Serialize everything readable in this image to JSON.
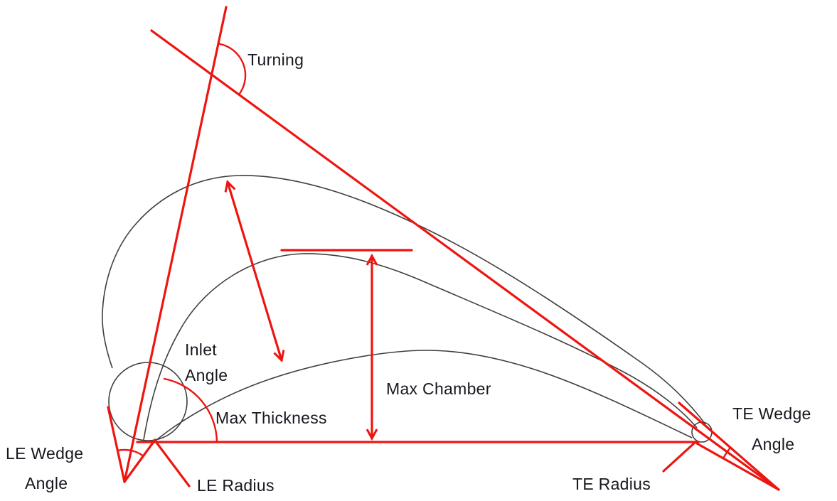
{
  "labels": {
    "turning": "Turning",
    "inlet_angle": {
      "line1": "Inlet",
      "line2": "Angle"
    },
    "max_thickness": "Max Thickness",
    "max_chamber": "Max Chamber",
    "le_wedge_angle": {
      "line1": "LE Wedge",
      "line2": "Angle"
    },
    "le_radius": "LE Radius",
    "te_wedge_angle": {
      "line1": "TE Wedge",
      "line2": "Angle"
    },
    "te_radius": "TE Radius"
  },
  "colors": {
    "annotation_red": "#ee1511",
    "blade_outline": "#3f3f3f",
    "label_text": "#17171f",
    "background": "#ffffff"
  }
}
